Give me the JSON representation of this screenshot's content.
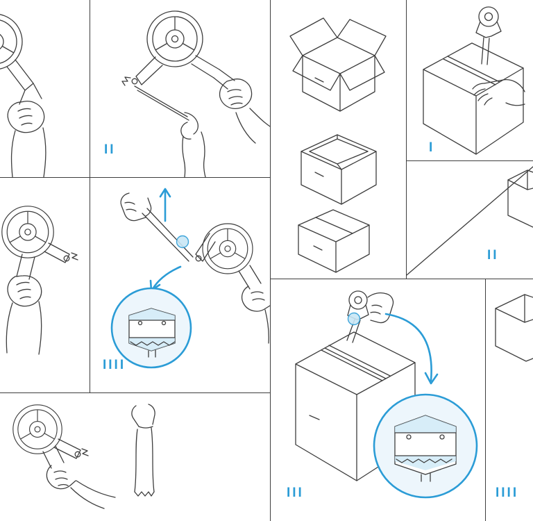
{
  "colors": {
    "line": "#3d3d3d",
    "accent": "#2b9cd6",
    "accent_light": "#c9e7f6",
    "accent_bg": "#edf6fc",
    "panel_border": "#3d3d3d",
    "background": "#ffffff"
  },
  "panels": [
    {
      "id": "panel-a",
      "label": "",
      "illustration": "hand-gripping-tape-dispenser-partial"
    },
    {
      "id": "panel-b",
      "label": "II",
      "illustration": "pulling-tape-strip-from-dispenser"
    },
    {
      "id": "panel-c",
      "label": "",
      "illustration": "holding-tape-dispenser-upright"
    },
    {
      "id": "panel-d",
      "label": "IIII",
      "illustration": "threading-tape-upward-with-box-detail-circle"
    },
    {
      "id": "panel-e",
      "label": "",
      "illustration": "dispenser-and-torn-tape-strip"
    },
    {
      "id": "panel-f",
      "label": "",
      "illustration": "box-folding-stages-open-to-closed"
    },
    {
      "id": "panel-g",
      "label": "I",
      "illustration": "hand-and-dispenser-on-closed-box"
    },
    {
      "id": "panel-h",
      "label": "II",
      "illustration": "large-box-edge-and-corner"
    },
    {
      "id": "panel-i",
      "label": "III",
      "illustration": "taping-box-seam-with-bottom-detail-circle"
    },
    {
      "id": "panel-j",
      "label": "IIII",
      "illustration": "box-corner-partial"
    }
  ]
}
